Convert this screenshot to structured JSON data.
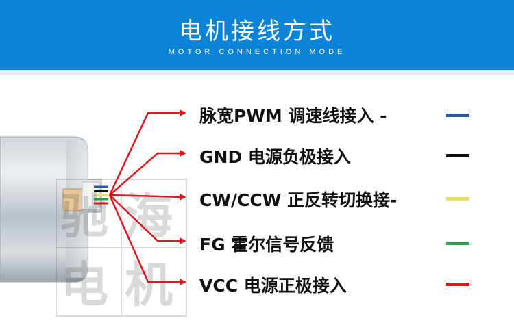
{
  "header": {
    "title": "电机接线方式",
    "subtitle": "MOTOR CONNECTION MODE"
  },
  "watermark": {
    "text": "驰海电机"
  },
  "wires": [
    {
      "label": "脉宽PWM 调速线接入 -",
      "color": "#2b57a6"
    },
    {
      "label": "GND 电源负极接入",
      "color": "#111111"
    },
    {
      "label": "CW/CCW 正反转切换接-",
      "color": "#e8dc6a"
    },
    {
      "label": "FG 霍尔信号反馈",
      "color": "#2e9a52"
    },
    {
      "label": "VCC 电源正极接入",
      "color": "#e0141e"
    }
  ],
  "colors": {
    "banner": "#0b84d8",
    "arrow": "#e0141e"
  }
}
